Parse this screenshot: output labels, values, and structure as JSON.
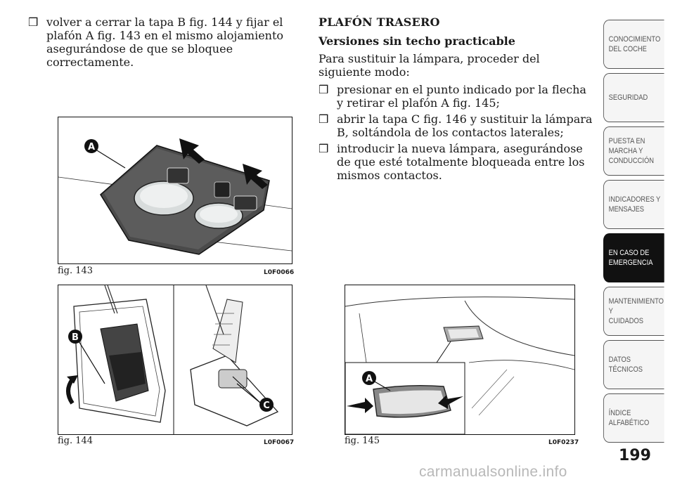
{
  "left_top": {
    "mark": "❒",
    "text": "volver a cerrar la tapa B fig. 144 y fijar el plafón A fig. 143 en el mismo alojamiento asegurándose de que se bloquee correctamente."
  },
  "right": {
    "heading": "PLAFÓN TRASERO",
    "subheading": "Versiones sin techo practicable",
    "intro": "Para sustituir la lámpara, proceder del siguiente modo:",
    "bullets": [
      {
        "mark": "❒",
        "text": "presionar en el punto indicado por la flecha y retirar el plafón A fig. 145;"
      },
      {
        "mark": "❒",
        "text": "abrir la tapa C fig. 146 y sustituir la lámpara B, soltándola de los contactos laterales;"
      },
      {
        "mark": "❒",
        "text": "introducir la nueva lámpara, asegurándose de que esté totalmente bloqueada entre los mismos contactos."
      }
    ]
  },
  "figures": {
    "fig143": {
      "caption": "fig. 143",
      "code": "L0F0066",
      "label_a": "A"
    },
    "fig144": {
      "caption": "fig. 144",
      "code": "L0F0067",
      "label_b": "B",
      "label_c": "C"
    },
    "fig145": {
      "caption": "fig. 145",
      "code": "L0F0237",
      "label_a": "A"
    }
  },
  "sidebar": {
    "tabs": [
      {
        "line1": "CONOCIMIENTO",
        "line2": "DEL COCHE",
        "line3": "",
        "active": false
      },
      {
        "line1": "SEGURIDAD",
        "line2": "",
        "line3": "",
        "active": false
      },
      {
        "line1": "PUESTA EN",
        "line2": "MARCHA Y",
        "line3": "CONDUCCIÓN",
        "active": false
      },
      {
        "line1": "INDICADORES Y",
        "line2": "MENSAJES",
        "line3": "",
        "active": false
      },
      {
        "line1": "EN CASO DE",
        "line2": "EMERGENCIA",
        "line3": "",
        "active": true
      },
      {
        "line1": "MANTENIMIENTO Y",
        "line2": "CUIDADOS",
        "line3": "",
        "active": false
      },
      {
        "line1": "DATOS TÉCNICOS",
        "line2": "",
        "line3": "",
        "active": false
      },
      {
        "line1": "ÍNDICE",
        "line2": "ALFABÉTICO",
        "line3": "",
        "active": false
      }
    ]
  },
  "page_number": "199",
  "watermark": "carmanualsonline.info"
}
